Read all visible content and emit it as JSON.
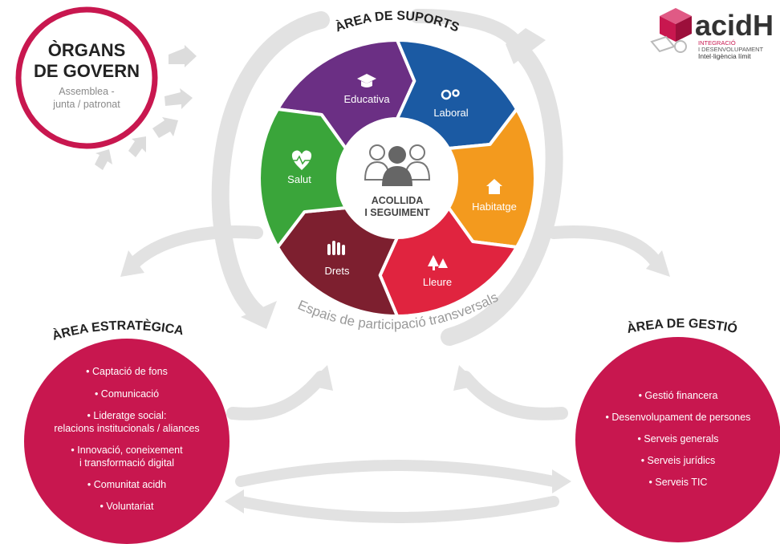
{
  "logo": {
    "name": "acidH",
    "line1": "INTEGRACIÓ",
    "line2": "I DESENVOLUPAMENT",
    "line3": "Intel·ligència límit"
  },
  "governance": {
    "title_line1": "ÒRGANS",
    "title_line2": "DE GOVERN",
    "sub_line1": "Assemblea -",
    "sub_line2": "junta / patronat"
  },
  "supports": {
    "title": "ÀREA DE SUPORTS",
    "center_line1": "ACOLLIDA",
    "center_line2": "I SEGUIMENT",
    "segments": [
      {
        "label": "Educativa",
        "color": "#6b2f84",
        "icon": "graduation-cap-icon"
      },
      {
        "label": "Laboral",
        "color": "#1b5aa3",
        "icon": "gears-icon"
      },
      {
        "label": "Habitatge",
        "color": "#f39a1e",
        "icon": "house-icon"
      },
      {
        "label": "Lleure",
        "color": "#e0243f",
        "icon": "trees-icon"
      },
      {
        "label": "Drets",
        "color": "#7d1f2f",
        "icon": "raised-hands-icon"
      },
      {
        "label": "Salut",
        "color": "#3aa53a",
        "icon": "heart-pulse-icon"
      }
    ],
    "transversal": "Espais de participació transversals"
  },
  "strategic": {
    "title": "ÀREA ESTRATÈGICA",
    "items": [
      "• Captació de fons",
      "• Comunicació",
      "• Lideratge social:",
      "relacions institucionals / aliances",
      "• Innovació, coneixement",
      "i transformació digital",
      "• Comunitat acidh",
      "• Voluntariat"
    ]
  },
  "management": {
    "title": "ÀREA DE GESTIÓ",
    "items": [
      "• Gestió financera",
      "• Desenvolupament de persones",
      "• Serveis generals",
      "• Serveis jurídics",
      "• Serveis TIC"
    ]
  },
  "colors": {
    "magenta": "#c8174f",
    "arrow_gray": "#e0e0e0",
    "text_dark": "#222222"
  }
}
